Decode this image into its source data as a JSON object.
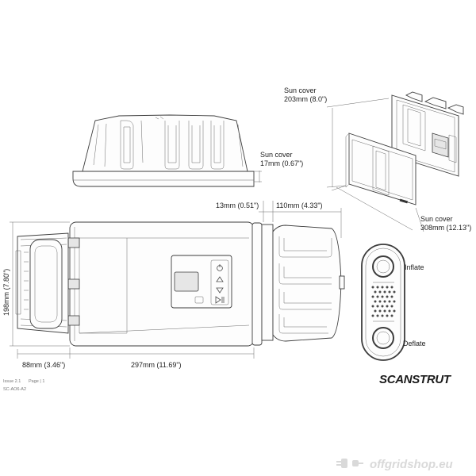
{
  "dimensions": {
    "sun_cover_203": [
      "Sun cover",
      "203mm (8.0\")"
    ],
    "sun_cover_17": [
      "Sun cover",
      "17mm (0.67\")"
    ],
    "sun_cover_308": [
      "Sun cover",
      "308mm (12.13\")"
    ],
    "depth_13": "13mm (0.51\")",
    "depth_110": "110mm (4.33\")",
    "height_198": "198mm (7.80\")",
    "width_88": "88mm (3.46\")",
    "width_297": "297mm (11.69\")"
  },
  "remote": {
    "inflate_label": "Inflate",
    "deflate_label": "Deflate"
  },
  "panel_label": "",
  "footer": {
    "issue": "Issue 2.1",
    "page": "Page | 1",
    "code": "SC-AO6-A2"
  },
  "brand": "SCANSTRUT",
  "watermark": "offgridshop.eu",
  "colors": {
    "line": "#4a4a4a",
    "watermark": "#d9d9d9"
  }
}
